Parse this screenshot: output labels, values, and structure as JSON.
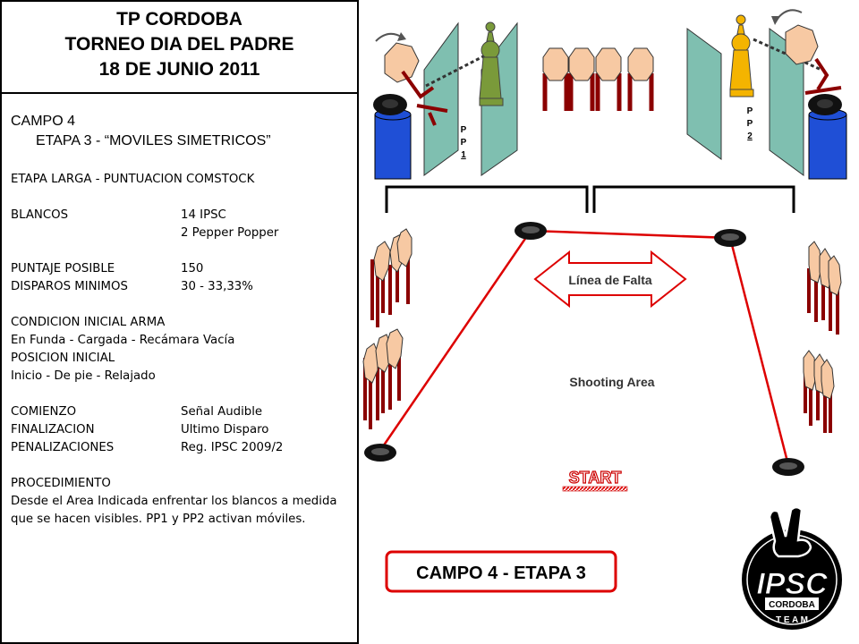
{
  "header": {
    "line1": "TP CORDOBA",
    "line2": "TORNEO DIA DEL PADRE",
    "line3": "18 DE JUNIO 2011"
  },
  "info": {
    "campo": "CAMPO 4",
    "etapa": "ETAPA 3 - “MOVILES SIMETRICOS”",
    "etapa_tipo": "ETAPA LARGA - PUNTUACION COMSTOCK",
    "blancos_label": "BLANCOS",
    "blancos_v1": "14 IPSC",
    "blancos_v2": "2 Pepper Popper",
    "puntaje_label": "PUNTAJE POSIBLE",
    "puntaje_value": "150",
    "disparos_label": "DISPAROS MINIMOS",
    "disparos_value": "30 - 33,33%",
    "cond_title": "CONDICION INICIAL ARMA",
    "cond_value": "En Funda - Cargada - Recámara Vacía",
    "pos_title": "POSICION INICIAL",
    "pos_value": "Inicio - De pie - Relajado",
    "comienzo_label": "COMIENZO",
    "comienzo_value": "Señal Audible",
    "final_label": "FINALIZACION",
    "final_value": "Ultimo Disparo",
    "penal_label": "PENALIZACIONES",
    "penal_value": "Reg. IPSC 2009/2",
    "proc_title": "PROCEDIMIENTO",
    "proc_text": "Desde el Area Indicada enfrentar los blancos a medida que se hacen visibles. PP1 y PP2 activan móviles."
  },
  "diagram": {
    "pp1_letters": [
      "P",
      "P",
      "1"
    ],
    "pp2_letters": [
      "P",
      "P",
      "2"
    ],
    "fault_line_label": "Línea de Falta",
    "shooting_area_label": "Shooting Area",
    "start_label": "START",
    "stage_label": "CAMPO 4 - ETAPA 3",
    "logo_main": "IPSC",
    "logo_sub": "CORDOBA",
    "logo_team": "T E A M"
  },
  "colors": {
    "target_fill": "#f7c9a3",
    "post_color": "#8b0000",
    "wall_color": "#7fbfb0",
    "barrel_color": "#1f4fd6",
    "path_color": "#dd0000",
    "popper_yellow": "#f4b400",
    "popper_green": "#7a9a3a"
  }
}
